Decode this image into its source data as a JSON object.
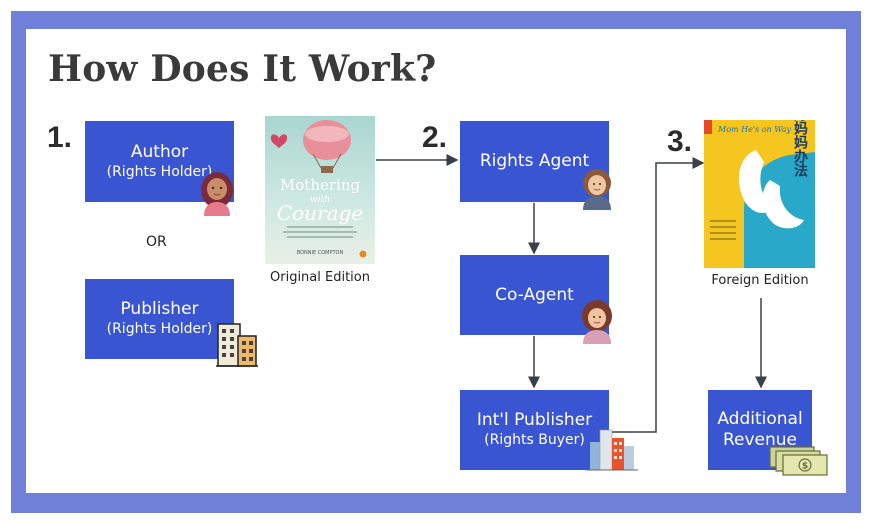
{
  "title": "How Does It Work?",
  "steps": [
    "1.",
    "2.",
    "3."
  ],
  "boxes": {
    "author": {
      "line1": "Author",
      "line2": "(Rights Holder)"
    },
    "publisher": {
      "line1": "Publisher",
      "line2": "(Rights Holder)"
    },
    "rights_agent": {
      "line1": "Rights Agent"
    },
    "co_agent": {
      "line1": "Co-Agent"
    },
    "intl_publisher": {
      "line1": "Int'l Publisher",
      "line2": "(Rights Buyer)"
    },
    "additional_revenue": {
      "line1": "Additional",
      "line2": "Revenue"
    }
  },
  "or_label": "OR",
  "captions": {
    "original": "Original Edition",
    "foreign": "Foreign Edition"
  },
  "original_cover": {
    "title_line1": "Mothering",
    "title_line2": "with",
    "title_line3": "Courage",
    "author": "BONNIE COMPTON"
  },
  "foreign_cover": {
    "english_title": "Mom He's on Way",
    "chinese_title": "好妈妈办法"
  },
  "colors": {
    "frame": "#7080d9",
    "box": "#3a55d2",
    "arrow": "#3a3f4a"
  }
}
